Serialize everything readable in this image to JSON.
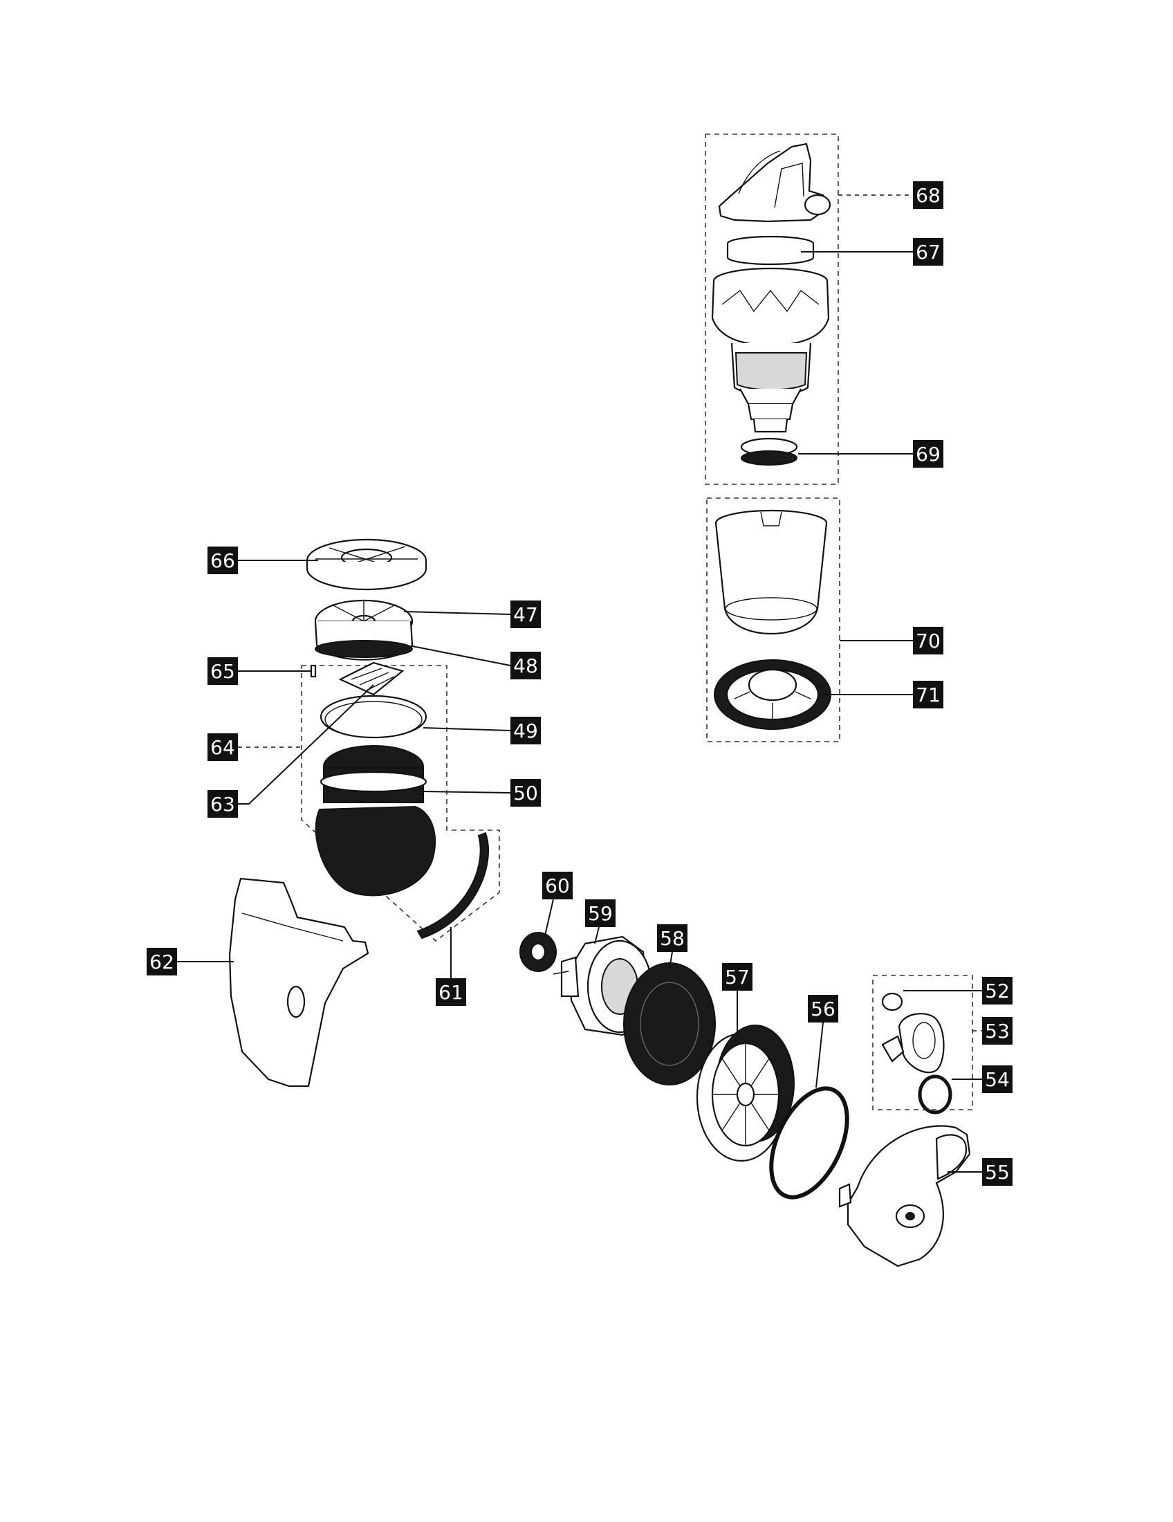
{
  "parts": [
    {
      "id": "p47",
      "num": "47"
    },
    {
      "id": "p48",
      "num": "48"
    },
    {
      "id": "p49",
      "num": "49"
    },
    {
      "id": "p50",
      "num": "50"
    },
    {
      "id": "p52",
      "num": "52"
    },
    {
      "id": "p53",
      "num": "53"
    },
    {
      "id": "p54",
      "num": "54"
    },
    {
      "id": "p55",
      "num": "55"
    },
    {
      "id": "p56",
      "num": "56"
    },
    {
      "id": "p57",
      "num": "57"
    },
    {
      "id": "p58",
      "num": "58"
    },
    {
      "id": "p59",
      "num": "59"
    },
    {
      "id": "p60",
      "num": "60"
    },
    {
      "id": "p61",
      "num": "61"
    },
    {
      "id": "p62",
      "num": "62"
    },
    {
      "id": "p63",
      "num": "63"
    },
    {
      "id": "p64",
      "num": "64"
    },
    {
      "id": "p65",
      "num": "65"
    },
    {
      "id": "p66",
      "num": "66"
    },
    {
      "id": "p67",
      "num": "67"
    },
    {
      "id": "p68",
      "num": "68"
    },
    {
      "id": "p69",
      "num": "69"
    },
    {
      "id": "p70",
      "num": "70"
    },
    {
      "id": "p71",
      "num": "71"
    }
  ]
}
